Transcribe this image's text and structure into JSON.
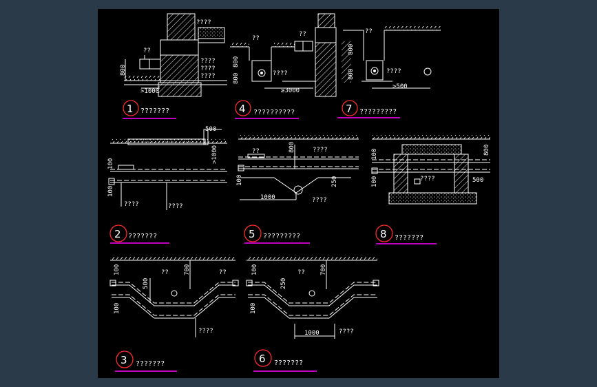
{
  "colors": {
    "background": "#2b3a48",
    "sheet": "#000000",
    "lines": "#ffffff",
    "circles": "#ff2a2a",
    "underline": "#ff00ff"
  },
  "details": [
    {
      "num": "1",
      "caption": "???????"
    },
    {
      "num": "2",
      "caption": "???????"
    },
    {
      "num": "3",
      "caption": "???????"
    },
    {
      "num": "4",
      "caption": "??????????"
    },
    {
      "num": "5",
      "caption": "?????????"
    },
    {
      "num": "6",
      "caption": "???????"
    },
    {
      "num": "7",
      "caption": "?????????"
    },
    {
      "num": "8",
      "caption": "???????"
    }
  ],
  "labels": {
    "d1": {
      "a": "????",
      "b": "??",
      "c": "????",
      "d": "????",
      "e": "????",
      "dim1": "800",
      "dim2": ">1000"
    },
    "d4": {
      "a": "??",
      "b": "??",
      "c": "????",
      "dim1": "800",
      "dim2": "800",
      "dim3": "≥3000"
    },
    "d7": {
      "a": "??",
      "b": "????",
      "dim1": "800",
      "dim2": "800",
      "dim3": ">500"
    },
    "d2": {
      "a": "????",
      "b": "????",
      "dim1": "500",
      "dim2": ">1000",
      "dim3": "100",
      "dim4": "100"
    },
    "d5": {
      "a": "??",
      "b": "????",
      "c": "????",
      "dim1": "800",
      "dim2": "100",
      "dim3": "250",
      "dim4": "1000"
    },
    "d8": {
      "a": "????",
      "dim1": "800",
      "dim2": "500",
      "dim3": "100",
      "dim4": "100"
    },
    "d3": {
      "a": "??",
      "b": "??",
      "c": "????",
      "dim1": "100",
      "dim2": "500",
      "dim3": "700",
      "dim4": "100"
    },
    "d6": {
      "a": "??",
      "c": "????",
      "dim1": "100",
      "dim2": "250",
      "dim3": "700",
      "dim4": "100",
      "dim5": "1000"
    }
  }
}
